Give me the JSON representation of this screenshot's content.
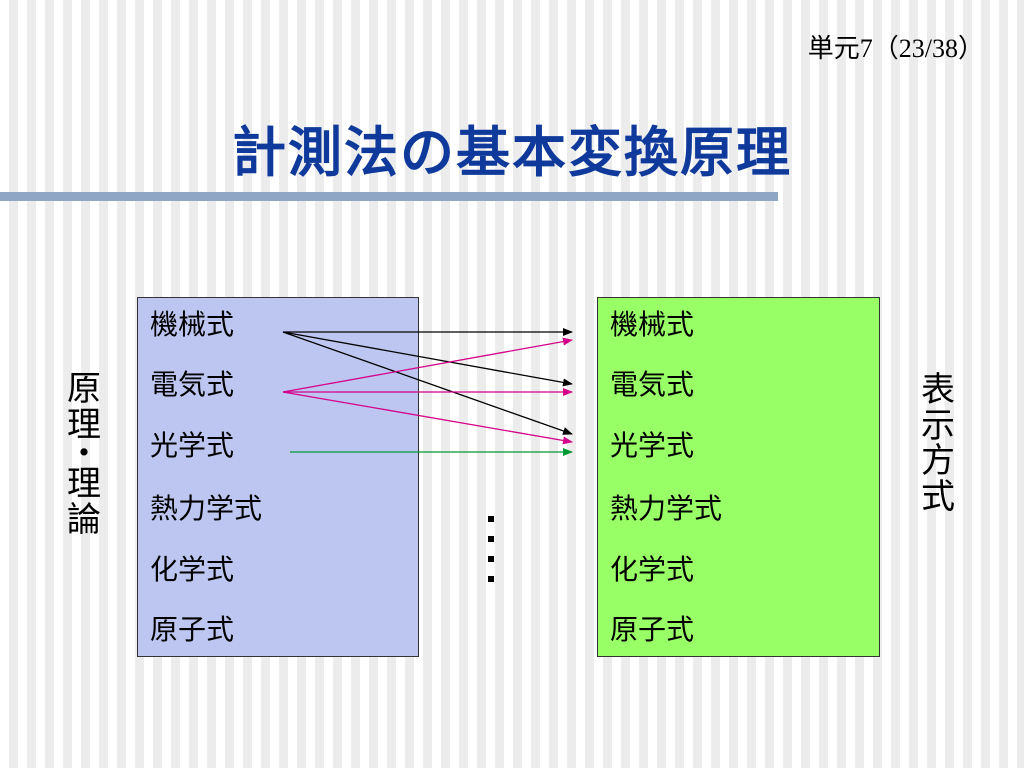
{
  "slide_number": "単元7（23/38）",
  "title": "計測法の基本変換原理",
  "left_label": [
    "原",
    "理",
    "・",
    "理",
    "論"
  ],
  "right_label": [
    "表",
    "示",
    "方",
    "式"
  ],
  "left_items": [
    "機械式",
    "電気式",
    "光学式",
    "熱力学式",
    "化学式",
    "原子式"
  ],
  "right_items": [
    "機械式",
    "電気式",
    "光学式",
    "熱力学式",
    "化学式",
    "原子式"
  ],
  "colors": {
    "title": "#0f3a9c",
    "left_box": "#bcc6f0",
    "right_box": "#99ff66",
    "arrow_mechanical": "#000000",
    "arrow_electrical": "#d4008a",
    "arrow_optical": "#009933"
  }
}
